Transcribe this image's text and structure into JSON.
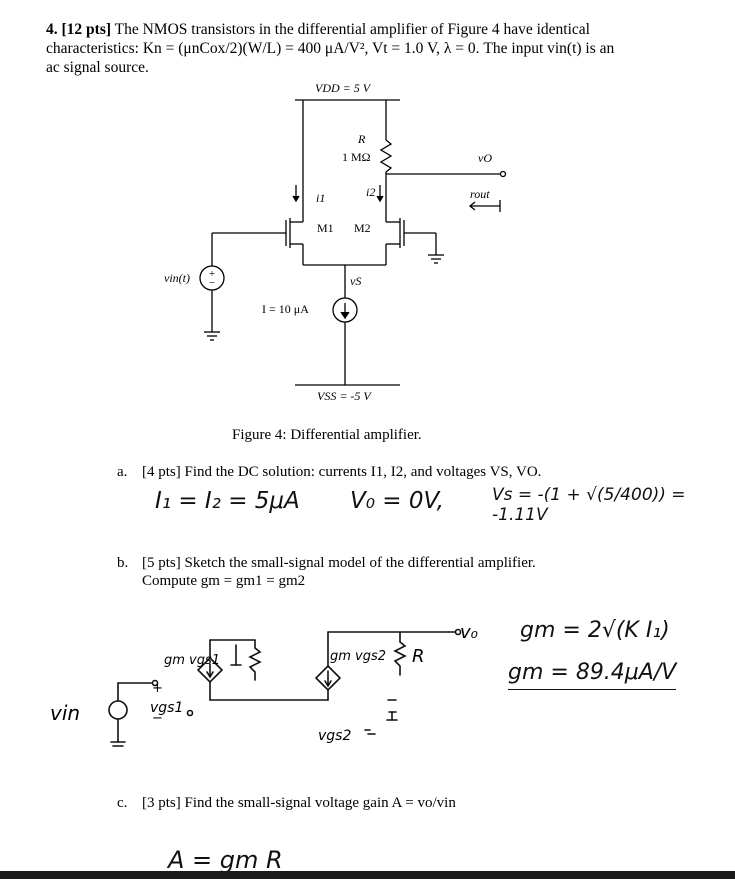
{
  "problem": {
    "number": "4.",
    "points": "[12 pts]",
    "line1": "The NMOS transistors in the differential amplifier of Figure 4 have identical",
    "line2": "characteristics: Kn = (μnCox/2)(W/L) = 400 μA/V², Vt = 1.0 V, λ = 0. The input vin(t) is an",
    "line3": "ac signal source."
  },
  "circuit": {
    "vdd": "VDD = 5 V",
    "r_name": "R",
    "r_value": "1 MΩ",
    "vo": "vO",
    "i1": "i1",
    "i2": "i2",
    "rout": "rout",
    "m1": "M1",
    "m2": "M2",
    "vs": "vS",
    "vin": "vin(t)",
    "current": "I = 10 μA",
    "vss": "VSS = -5 V"
  },
  "figure_caption": "Figure 4: Differential amplifier.",
  "part_a": {
    "label": "a.",
    "text": "[4 pts] Find the DC solution: currents I1, I2, and voltages VS, VO.",
    "answer_currents": "I₁ = I₂ = 5μA",
    "answer_vo": "V₀ = 0V,",
    "answer_vs": "Vs = -(1 + √(5/400)) = -1.11V"
  },
  "part_b": {
    "label": "b.",
    "text1": "[5 pts] Sketch the small-signal model of the differential amplifier.",
    "text2": "Compute gm = gm1 = gm2",
    "gm_formula": "gm = 2√(K I₁)",
    "gm_value": "gm = 89.4μA/V",
    "hand_vin": "vin",
    "hand_vo": "v₀",
    "hand_r": "R",
    "hand_gm1": "gm vgs1",
    "hand_gm2": "gm vgs2",
    "hand_vgs1": "vgs1",
    "hand_vgs2": "vgs2"
  },
  "part_c": {
    "label": "c.",
    "text": "[3 pts] Find the small-signal voltage gain A = vo/vin",
    "answer_partial": "A = gm R"
  }
}
